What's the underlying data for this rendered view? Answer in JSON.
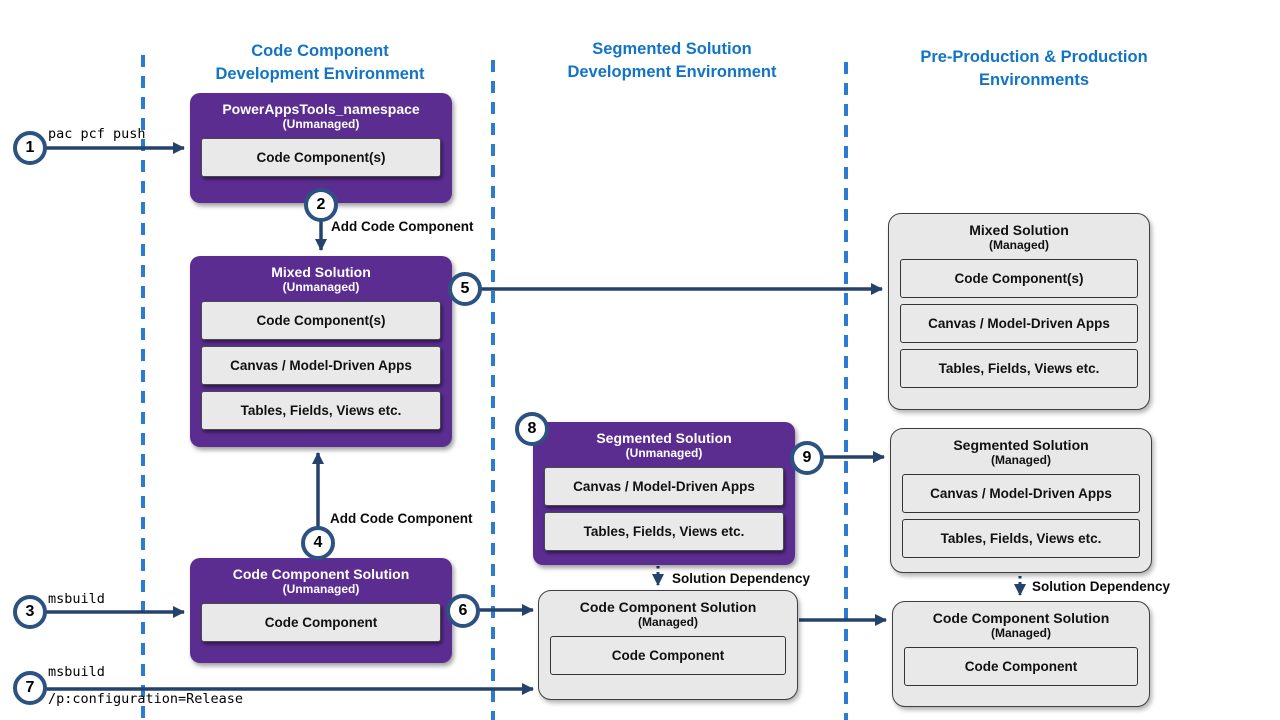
{
  "colors": {
    "solution_purple": "#5C2D91",
    "arrow_navy": "#24426B",
    "circle_border_blue": "#2C5282",
    "lane_dash_blue": "#2B7BD3",
    "header_blue": "#1274C5",
    "managed_gray": "#E8E8E8"
  },
  "lanes": [
    {
      "line1": "Code Component",
      "line2": "Development Environment"
    },
    {
      "line1": "Segmented Solution",
      "line2": "Development Environment"
    },
    {
      "line1": "Pre-Production & Production",
      "line2": "Environments"
    }
  ],
  "boxes": [
    {
      "title": "PowerAppsTools_namespace",
      "subtitle": "(Unmanaged)",
      "items": [
        "Code Component(s)"
      ]
    },
    {
      "title": "Mixed Solution",
      "subtitle": "(Unmanaged)",
      "items": [
        "Code Component(s)",
        "Canvas / Model-Driven Apps",
        "Tables, Fields, Views etc."
      ]
    },
    {
      "title": "Code Component Solution",
      "subtitle": "(Unmanaged)",
      "items": [
        "Code Component"
      ]
    },
    {
      "title": "Segmented Solution",
      "subtitle": "(Unmanaged)",
      "items": [
        "Canvas / Model-Driven Apps",
        "Tables, Fields, Views etc."
      ]
    },
    {
      "title": "Code Component Solution",
      "subtitle": "(Managed)",
      "items": [
        "Code Component"
      ]
    },
    {
      "title": "Mixed Solution",
      "subtitle": "(Managed)",
      "items": [
        "Code Component(s)",
        "Canvas / Model-Driven Apps",
        "Tables, Fields, Views etc."
      ]
    },
    {
      "title": "Segmented Solution",
      "subtitle": "(Managed)",
      "items": [
        "Canvas / Model-Driven Apps",
        "Tables, Fields, Views etc."
      ]
    },
    {
      "title": "Code Component Solution",
      "subtitle": "(Managed)",
      "items": [
        "Code Component"
      ]
    }
  ],
  "steps": [
    "1",
    "2",
    "3",
    "4",
    "5",
    "6",
    "7",
    "8",
    "9"
  ],
  "labels": {
    "step1_cmd": "pac pcf push",
    "step2_label": "Add Code Component",
    "step3_cmd": "msbuild",
    "step4_label": "Add Code Component",
    "step7_cmd_line1": "msbuild",
    "step7_cmd_line2": "/p:configuration=Release",
    "solution_dependency_mid": "Solution Dependency",
    "solution_dependency_right": "Solution Dependency"
  }
}
